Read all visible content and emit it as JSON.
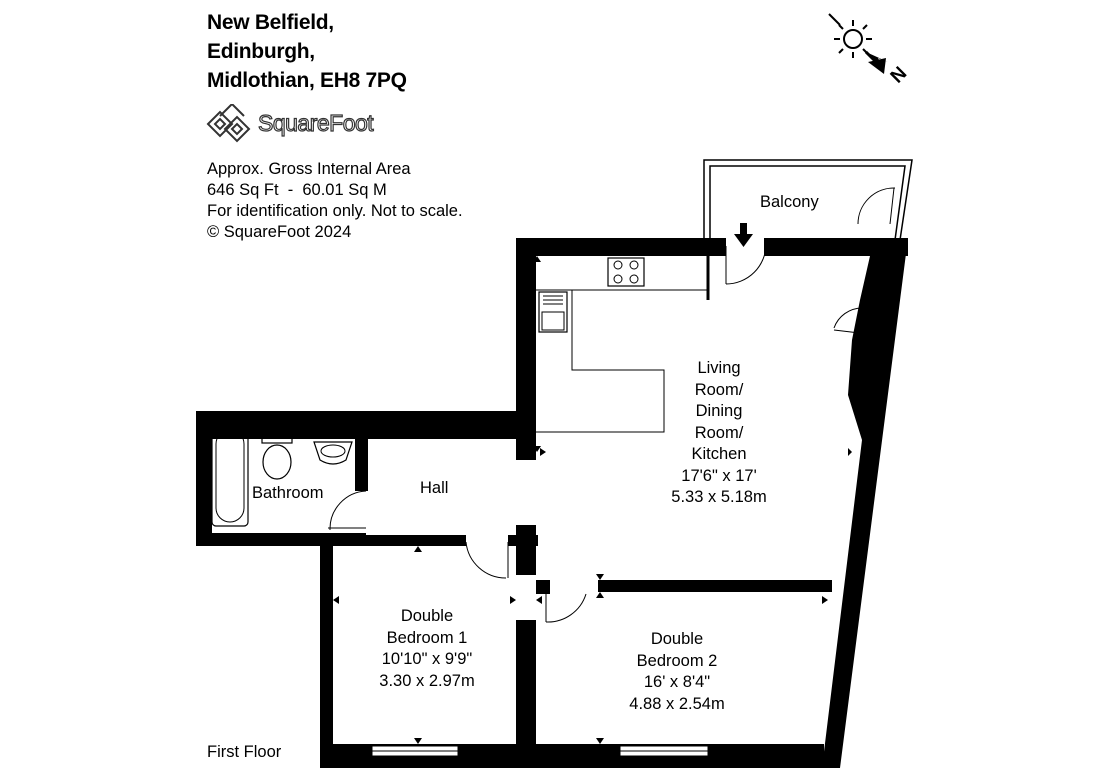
{
  "address": {
    "line1": "New Belfield,",
    "line2": "Edinburgh,",
    "line3": "Midlothian, EH8 7PQ"
  },
  "brand": {
    "name": "SquareFoot",
    "logo_icon": "squarefoot-logo-icon"
  },
  "info": {
    "area_title": "Approx. Gross Internal Area",
    "area_value": "646 Sq Ft  -  60.01 Sq M",
    "disclaimer": "For identification only. Not to scale.",
    "copyright": "© SquareFoot 2024"
  },
  "compass": {
    "icon": "sun-north-compass-icon",
    "label": "N"
  },
  "floor": "First Floor",
  "rooms": {
    "balcony": {
      "name": "Balcony"
    },
    "living": {
      "line1": "Living",
      "line2": "Room/",
      "line3": "Dining",
      "line4": "Room/",
      "line5": "Kitchen",
      "imperial": "17'6\" x 17'",
      "metric": "5.33 x 5.18m"
    },
    "bathroom": {
      "name": "Bathroom"
    },
    "hall": {
      "name": "Hall"
    },
    "bedroom1": {
      "line1": "Double",
      "line2": "Bedroom 1",
      "imperial": "10'10\" x 9'9\"",
      "metric": "3.30 x 2.97m"
    },
    "bedroom2": {
      "line1": "Double",
      "line2": "Bedroom 2",
      "imperial": "16' x 8'4\"",
      "metric": "4.88 x 2.54m"
    }
  }
}
